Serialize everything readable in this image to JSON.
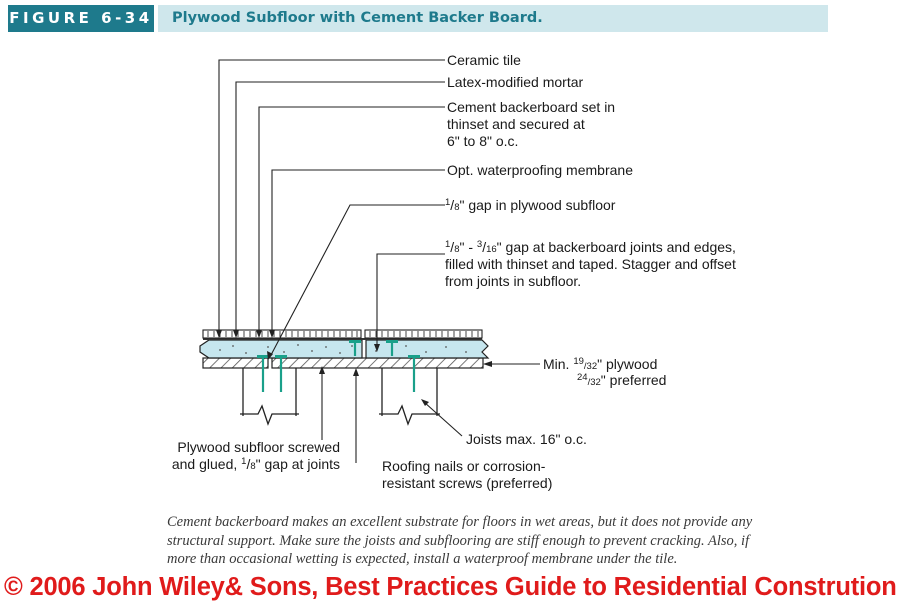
{
  "header": {
    "figure_number": "FIGURE 6-34",
    "title": "Plywood Subfloor with Cement Backer Board."
  },
  "labels": {
    "ceramic_tile": "Ceramic tile",
    "mortar": "Latex-modified mortar",
    "backerboard_lines": [
      "Cement backerboard set in",
      "thinset and secured at",
      "6\" to 8\" o.c."
    ],
    "membrane": "Opt. waterproofing membrane",
    "subfloor_gap": {
      "num": "1",
      "den": "8",
      "text": "\" gap in plywood subfloor"
    },
    "joint_gap": {
      "line1_num1": "1",
      "line1_den1": "8",
      "line1_mid": "\" - ",
      "line1_num2": "3",
      "line1_den2": "16",
      "line1_text": "\" gap at backerboard joints and edges,",
      "line2": "filled with thinset and taped. Stagger and offset",
      "line3": "from joints in subfloor."
    },
    "plywood": {
      "prefix": "Min. ",
      "num1": "19",
      "den1": "/32",
      "text1": "\" plywood",
      "num2": "24",
      "den2": "/32",
      "text2": "\" preferred"
    },
    "joists": "Joists max. 16\" o.c.",
    "screwed": {
      "line1": "Plywood subfloor screwed",
      "line2_prefix": "and glued, ",
      "num": "1",
      "den": "8",
      "line2_text": "\" gap at joints"
    },
    "nails": {
      "line1": "Roofing nails or corrosion-",
      "line2": "resistant screws (preferred)"
    }
  },
  "caption": "Cement backerboard makes an excellent substrate for floors in wet areas, but it does not provide any structural support. Make sure the joists and subflooring are stiff enough to prevent cracking. Also, if more than occasional wetting is expected, install a waterproof membrane under the tile.",
  "copyright": "© 2006 John Wiley& Sons, Best Practices Guide to Residential Constrution",
  "colors": {
    "accent": "#1e7a8c",
    "title_bg": "#cfe7ec",
    "backerboard": "#c6e6ee",
    "fastener": "#1aa08a",
    "copyright": "#e01b1b"
  }
}
